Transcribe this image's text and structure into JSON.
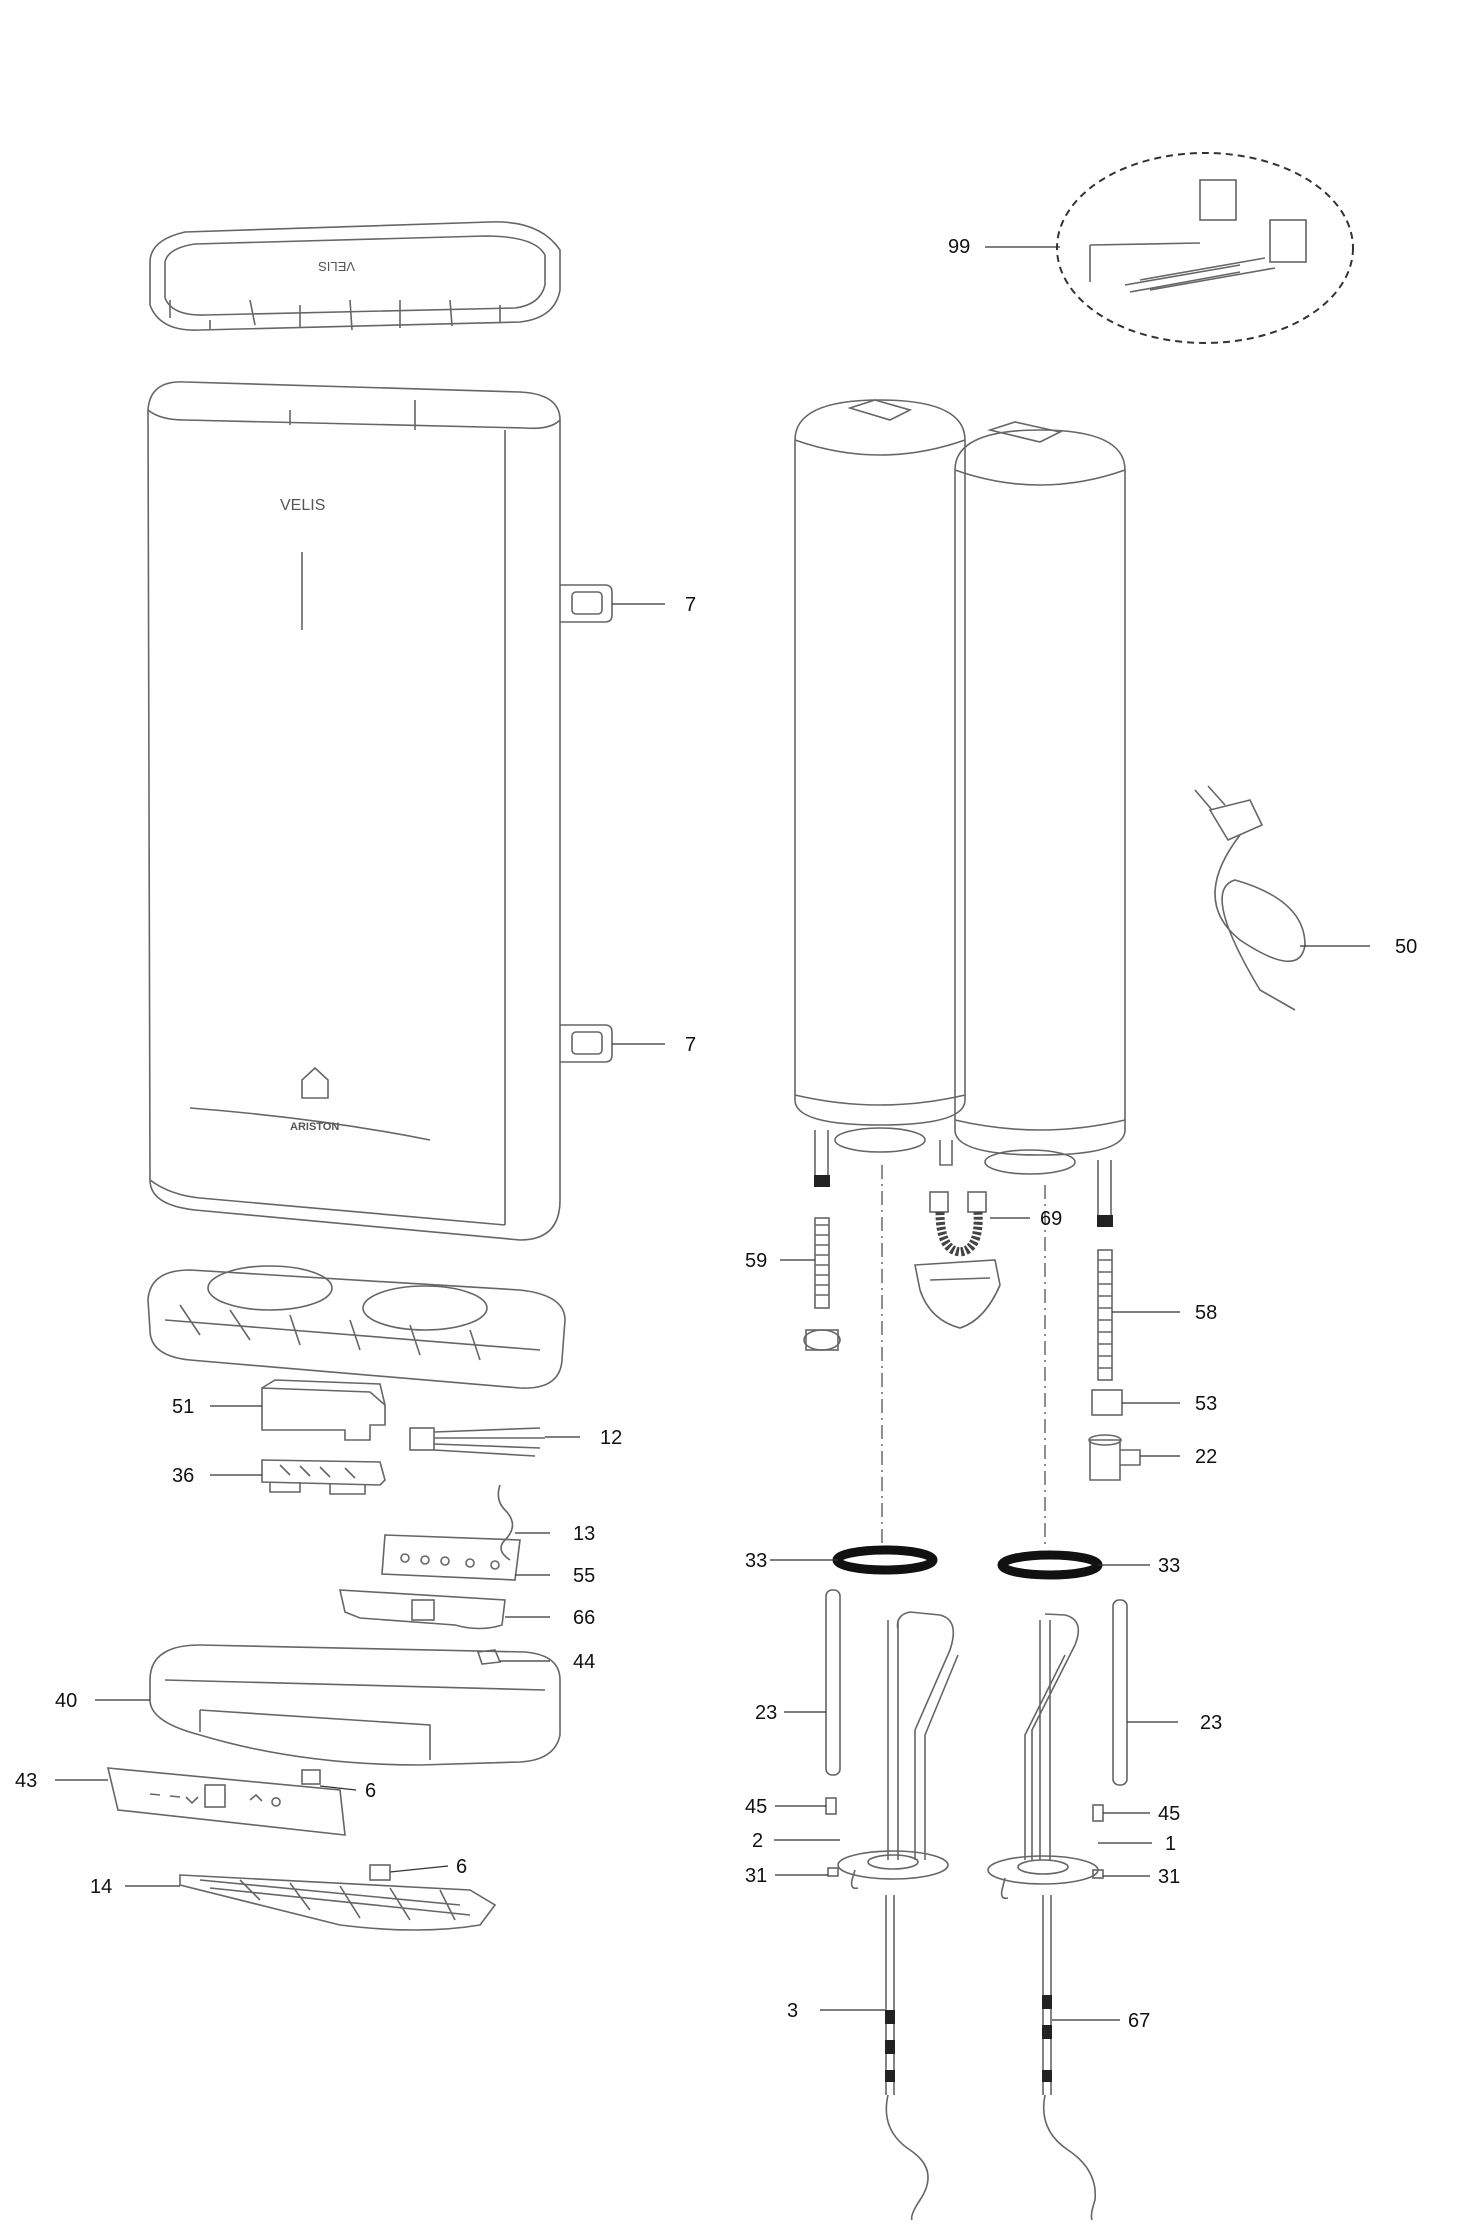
{
  "brand": {
    "model_mark": "VELIS",
    "logo_text": "ARISTON"
  },
  "labels": {
    "p99": "99",
    "p7a": "7",
    "p7b": "7",
    "p50": "50",
    "p69": "69",
    "p59": "59",
    "p58": "58",
    "p53": "53",
    "p22": "22",
    "p51": "51",
    "p12": "12",
    "p36": "36",
    "p13": "13",
    "p55": "55",
    "p66": "66",
    "p44": "44",
    "p40": "40",
    "p43": "43",
    "p6a": "6",
    "p14": "14",
    "p6b": "6",
    "p33a": "33",
    "p33b": "33",
    "p23a": "23",
    "p23b": "23",
    "p45a": "45",
    "p45b": "45",
    "p2": "2",
    "p1": "1",
    "p31a": "31",
    "p31b": "31",
    "p3": "3",
    "p67": "67"
  }
}
